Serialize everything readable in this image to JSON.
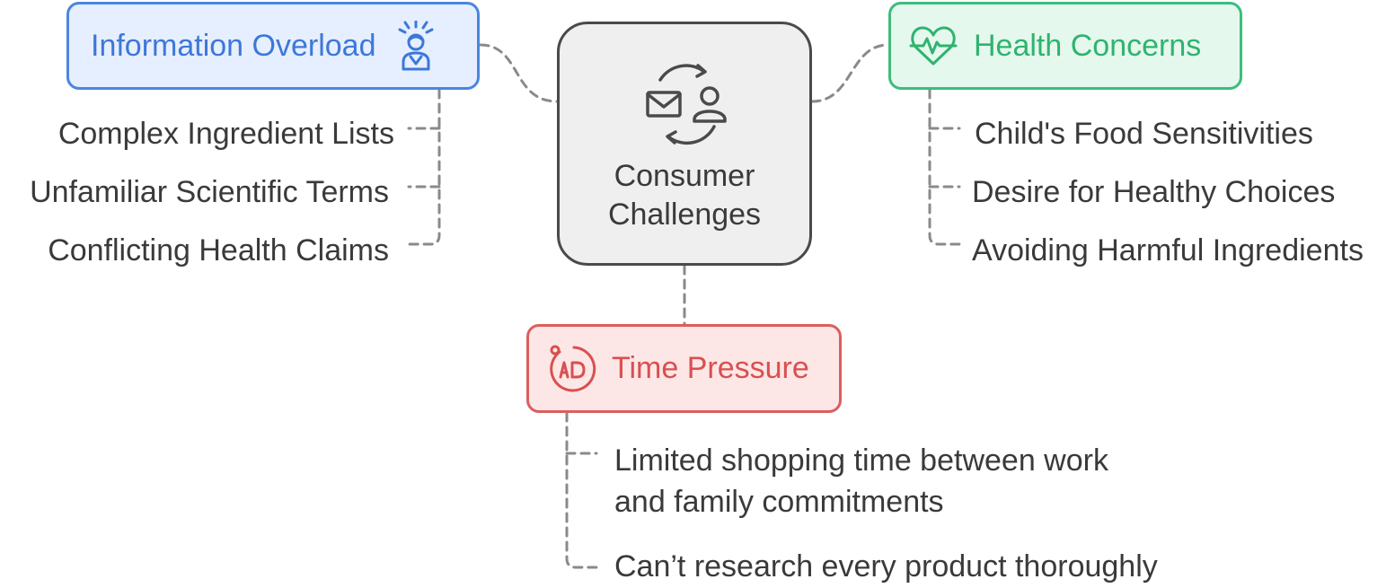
{
  "center": {
    "line1": "Consumer",
    "line2": "Challenges"
  },
  "categories": {
    "information_overload": {
      "title": "Information Overload",
      "color": "#4a86e0",
      "items": [
        "Complex Ingredient Lists",
        "Unfamiliar Scientific Terms",
        "Conflicting Health Claims"
      ]
    },
    "health_concerns": {
      "title": "Health Concerns",
      "color": "#3dbd7c",
      "items": [
        "Child's Food Sensitivities",
        "Desire for Healthy Choices",
        "Avoiding Harmful Ingredients"
      ]
    },
    "time_pressure": {
      "title": "Time Pressure",
      "color": "#dc5e5e",
      "items": [
        "Limited shopping time between work and family commitments",
        "Can’t research every product thoroughly"
      ]
    }
  },
  "icons": {
    "center": "communication-cycle-icon",
    "information_overload": "stressed-person-icon",
    "health_concerns": "heartbeat-icon",
    "time_pressure": "ad-timer-icon"
  }
}
